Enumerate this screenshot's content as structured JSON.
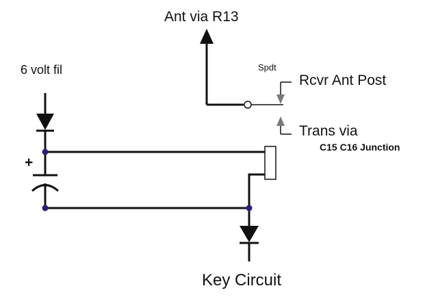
{
  "labels": {
    "ant": "Ant via R13",
    "filament": "6 volt fil",
    "spdt": "Spdt",
    "rcvr": "Rcvr Ant Post",
    "trans": "Trans via",
    "junction": "C15 C16 Junction",
    "plus": "+",
    "key": "Key Circuit"
  },
  "colors": {
    "wire": "#111111",
    "node": "#2a1f7a",
    "contact": "#7a7a7a"
  }
}
